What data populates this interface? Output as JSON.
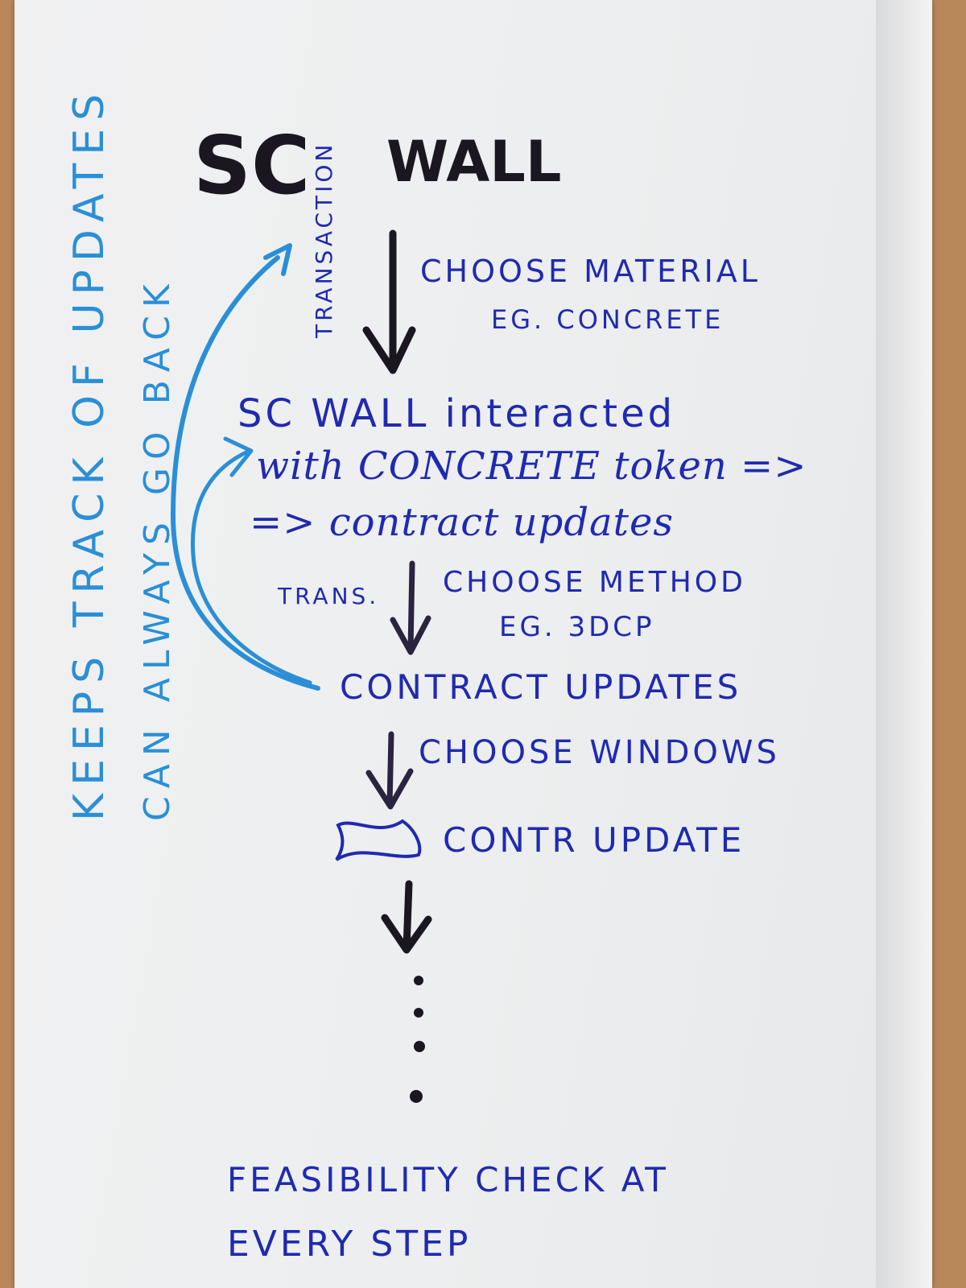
{
  "diagram": {
    "title_left": "SC",
    "title_right": "WALL",
    "transaction_label": "TRANSACTION",
    "step1_line1": "CHOOSE MATERIAL",
    "step1_line2": "EG. CONCRETE",
    "state1_line1": "SC WALL interacted",
    "state1_line2": "with CONCRETE token =>",
    "state1_line3": "=> contract updates",
    "trans_label": "TRANS.",
    "step2_line1": "CHOOSE METHOD",
    "step2_line2": "EG. 3DCP",
    "state2": "CONTRACT UPDATES",
    "step3": "CHOOSE WINDOWS",
    "state3": "CONTR UPDATE",
    "footer_line1": "FEASIBILITY CHECK AT",
    "footer_line2": "EVERY STEP",
    "side_note_line1": "KEEPS TRACK OF UPDATES",
    "side_note_line2": "CAN ALWAYS GO BACK"
  },
  "colors": {
    "ink_blue": "#1f2ab0",
    "crayon_blue": "#2a8fd6",
    "marker_black": "#1a1720",
    "paper": "#eef0f1",
    "table": "#b8875a"
  }
}
